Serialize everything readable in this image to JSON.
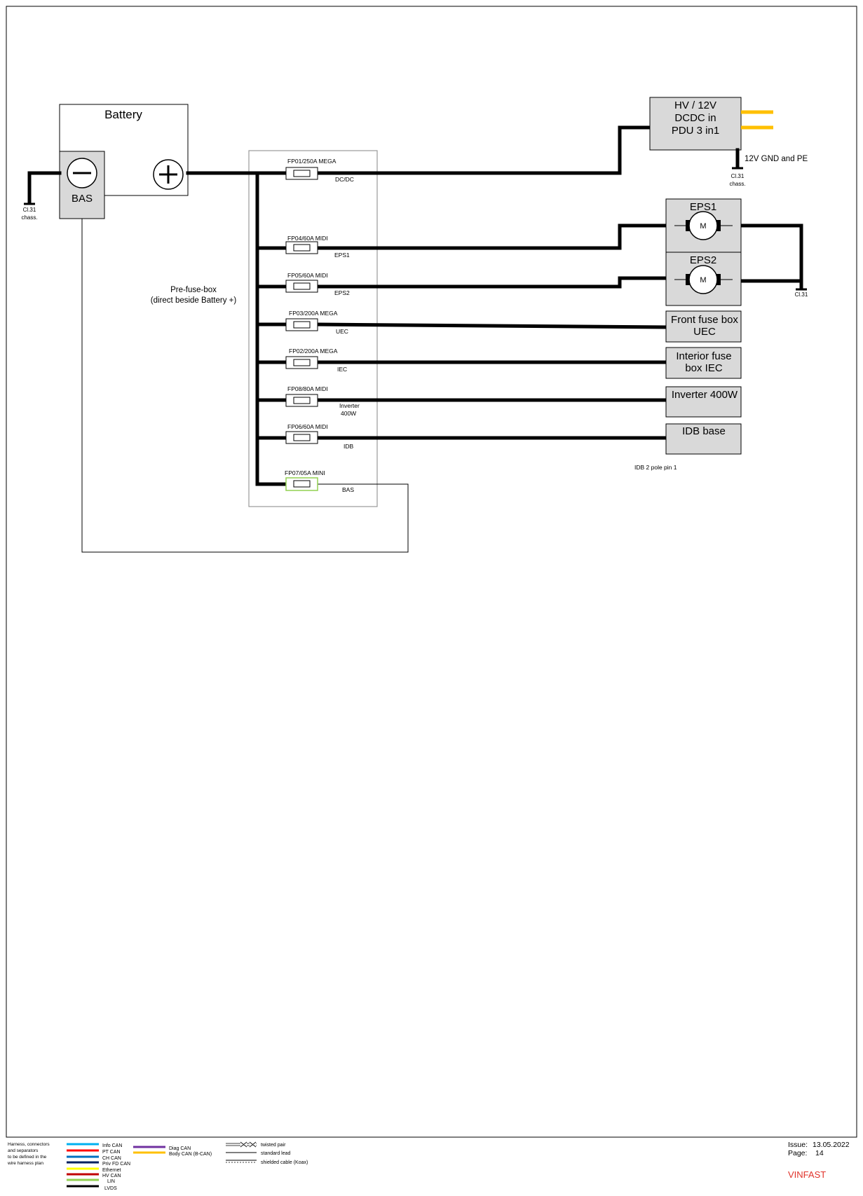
{
  "battery": {
    "title": "Battery",
    "neg_label": "BAS"
  },
  "ground_labels": {
    "left_cl": "Cl.31",
    "left_chass": "chass.",
    "dcdc_cl": "Cl.31",
    "dcdc_chass": "chass.",
    "eps_cl": "Cl.31"
  },
  "prefuse_box": {
    "line1": "Pre-fuse-box",
    "line2": "(direct beside Battery +)"
  },
  "fuses": [
    {
      "id": "FP01/250A MEGA",
      "target": "DC/DC"
    },
    {
      "id": "FP04/60A MIDI",
      "target": "EPS1"
    },
    {
      "id": "FP05/60A MIDI",
      "target": "EPS2"
    },
    {
      "id": "FP03/200A MEGA",
      "target": "UEC"
    },
    {
      "id": "FP02/200A MEGA",
      "target": "IEC"
    },
    {
      "id": "FP08/80A MIDI",
      "target": "Inverter",
      "target2": "400W"
    },
    {
      "id": "FP06/60A MIDI",
      "target": "IDB"
    },
    {
      "id": "FP07/05A MINI",
      "target": "BAS"
    }
  ],
  "components": {
    "dcdc": {
      "line1": "HV / 12V",
      "line2": "DCDC in",
      "line3": "PDU 3 in1",
      "gnd_note": "12V GND and PE"
    },
    "eps1": {
      "title": "EPS1",
      "motor": "M"
    },
    "eps2": {
      "title": "EPS2",
      "motor": "M"
    },
    "front_fuse": {
      "line1": "Front fuse box",
      "line2": "UEC"
    },
    "interior_fuse": {
      "line1": "Interior fuse",
      "line2": "box IEC"
    },
    "inverter": {
      "line1": "Inverter 400W"
    },
    "idb": {
      "line1": "IDB base",
      "note": "IDB  2 pole pin 1"
    }
  },
  "legend": {
    "note_lines": [
      "Harness, connectors",
      "and separators",
      "to be defined in the",
      "wire harness plan"
    ],
    "col1": [
      {
        "label": "Info CAN",
        "color": "#00b0f0"
      },
      {
        "label": "PT CAN",
        "color": "#ff0000"
      },
      {
        "label": "CH CAN",
        "color": "#0070c0"
      },
      {
        "label": "Priv FD CAN",
        "color": "#002060"
      },
      {
        "label": "Ethernet",
        "color": "#ffff00"
      },
      {
        "label": "HV CAN",
        "color": "#c00000"
      },
      {
        "label": "LIN",
        "color": "#92d050"
      },
      {
        "label": "LVDS",
        "color": "#000000"
      }
    ],
    "col2": [
      {
        "label": "Diag CAN",
        "color": "#7030a0"
      },
      {
        "label": "Body CAN (B-CAN)",
        "color": "#ffc000"
      }
    ],
    "col3": [
      {
        "label": "twisted pair"
      },
      {
        "label": "standard lead"
      },
      {
        "label": "shielded cable (Koax)"
      }
    ]
  },
  "footer": {
    "issue_label": "Issue:",
    "issue_date": "13.05.2022",
    "page_label": "Page:",
    "page_num": "14",
    "brand": "VINFAST",
    "brand_color": "#e0322a"
  }
}
